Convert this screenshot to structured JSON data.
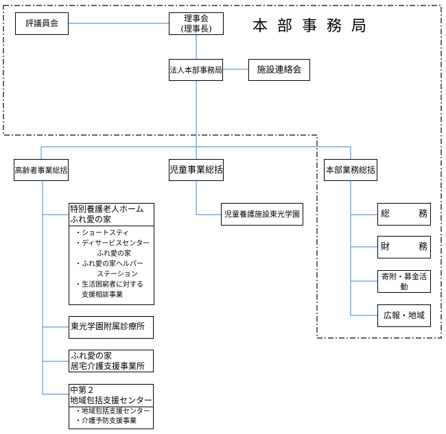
{
  "header": {
    "title": "本部事務局"
  },
  "colors": {
    "connector": "#5b9bd5",
    "border": "#000000"
  },
  "top": {
    "council": "評議員会",
    "board": [
      "理事会",
      "(理事長)"
    ],
    "secretariat": "法人本部事務局",
    "liaison": "施設連絡会"
  },
  "divisions": {
    "elderly": "高齢者事業総括",
    "child": "児童事業総括",
    "hq": "本部業務総括"
  },
  "elderly_units": {
    "nursing_home": {
      "title": [
        "特別養護老人ホーム",
        "ふれ愛の家"
      ],
      "items": [
        "・ショートスティ",
        "・ディサービスセンター",
        "ふれ愛の家",
        "・ふれ愛の家ヘルパー",
        "ステーション",
        "・生活困窮者に対する",
        "支援相談事業"
      ]
    },
    "clinic": "東光学園附属診療所",
    "care_support": [
      "ふれ愛の家",
      "居宅介護支援事業所"
    ],
    "center": {
      "title": [
        "中第２",
        "地域包括支援センター"
      ],
      "items": [
        "・地域包括支援センター",
        "・介護予防支援事業"
      ]
    }
  },
  "child_units": {
    "facility": "児童養護施設東光学園"
  },
  "hq_units": [
    {
      "a": "総",
      "b": "務"
    },
    {
      "a": "財",
      "b": "務"
    },
    {
      "label": "寄附・募金活動"
    },
    {
      "label": "広報・地域"
    }
  ]
}
